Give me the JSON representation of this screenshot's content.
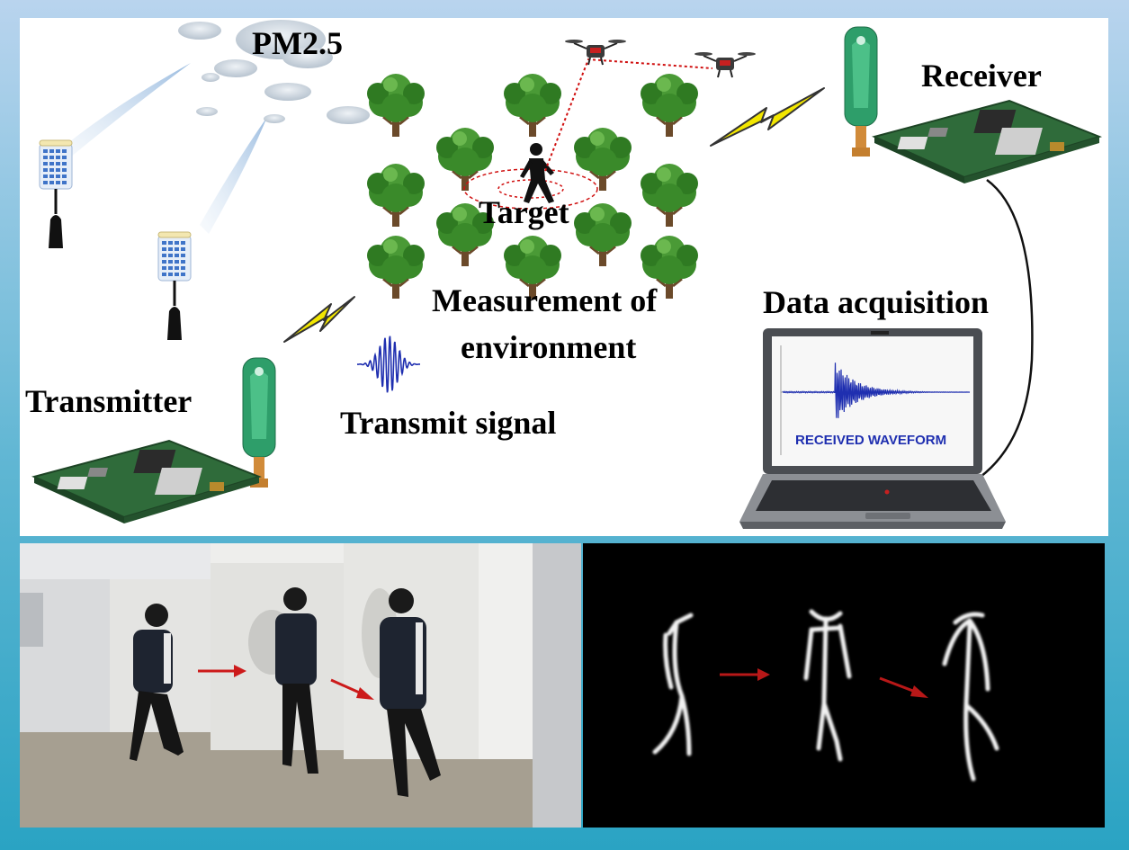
{
  "labels": {
    "pm25": "PM2.5",
    "receiver": "Receiver",
    "target": "Target",
    "measurement_line1": "Measurement of",
    "measurement_line2": "environment",
    "data_acquisition": "Data acquisition",
    "transmitter": "Transmitter",
    "transmit_signal": "Transmit signal",
    "laptop_screen_caption": "RECEIVED WAVEFORM"
  },
  "colors": {
    "frame_top": "#b9d4ee",
    "frame_bottom": "#2aa3c3",
    "tree_leaf": "#3f8f2c",
    "tree_trunk": "#6b4a2a",
    "lightning": "#f2e600",
    "waveform": "#1f2fb0",
    "drone_link": "#d01010",
    "arrow": "#cc1a1a",
    "pcb": "#2f6b3a",
    "antenna": "#2e9e6a",
    "cloud": "#c9d4de"
  },
  "icons": {
    "cloud": "cloud-icon",
    "tree": "tree-icon",
    "drone": "drone-icon",
    "person": "walking-person-icon",
    "antenna": "antenna-icon",
    "lightning": "lightning-icon",
    "board": "radio-board-icon",
    "laptop": "laptop-icon",
    "sensor": "pm25-sensor-icon",
    "arrow": "red-arrow-icon",
    "skeleton": "skeleton-icon"
  }
}
